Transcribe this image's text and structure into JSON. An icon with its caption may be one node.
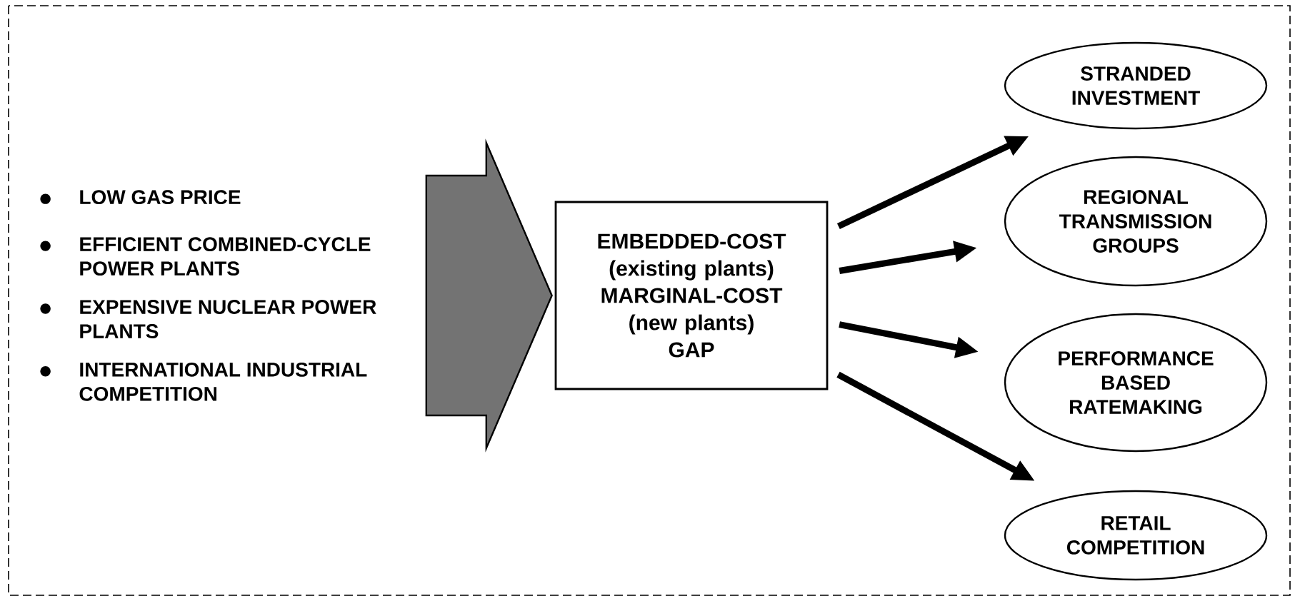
{
  "diagram": {
    "nodes": [
      {
        "text": [
          "LOW GAS PRICE",
          "EFFICIENT COMBINED-CYCLE POWER PLANTS",
          "EXPENSIVE NUCLEAR POWER PLANTS",
          "INTERNATIONAL INDUSTRIAL COMPETITION"
        ]
      },
      {
        "text": [
          "EMBEDDED-COST (existing plants)",
          "MARGINAL-COST (new plants)",
          "GAP"
        ]
      },
      {
        "text": [
          "STRANDED INVESTMENT"
        ]
      },
      {
        "text": [
          "REGIONAL TRANSMISSION GROUPS"
        ]
      },
      {
        "text": [
          "PERFORMANCE BASED RATEMAKING"
        ]
      },
      {
        "text": [
          "RETAIL COMPETITION"
        ]
      }
    ],
    "edges": [
      {
        "from": 0,
        "to": 1,
        "arrow": "to",
        "style": "thick",
        "color": "#737373"
      },
      {
        "from": 1,
        "to": 2,
        "arrow": "to"
      },
      {
        "from": 1,
        "to": 3,
        "arrow": "to"
      },
      {
        "from": 1,
        "to": 4,
        "arrow": "to"
      },
      {
        "from": 1,
        "to": 5,
        "arrow": "to"
      }
    ]
  }
}
